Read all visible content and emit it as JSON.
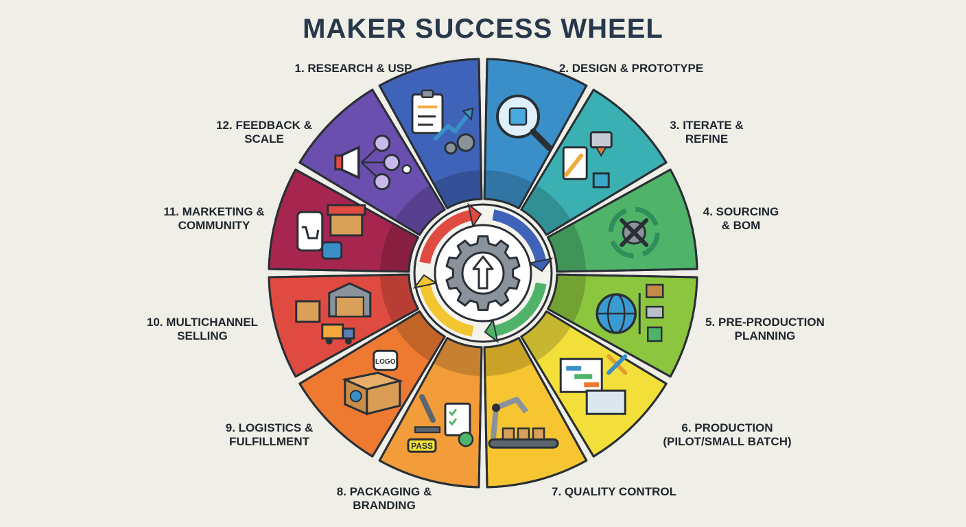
{
  "title": "MAKER SUCCESS WHEEL",
  "steps": [
    {
      "line1": "1. RESEARCH & USP",
      "line2": "",
      "color": "#3a8fc8",
      "icon": "magnifier-puzzle-icon"
    },
    {
      "line1": "2. DESIGN & PROTOTYPE",
      "line2": "",
      "color": "#3bb0b3",
      "icon": "3d-printer-sketch-icon"
    },
    {
      "line1": "3. ITERATE &",
      "line2": "REFINE",
      "color": "#4fb46a",
      "icon": "iterate-tools-icon"
    },
    {
      "line1": "4. SOURCING",
      "line2": "& BOM",
      "color": "#8cc63f",
      "icon": "globe-materials-icon"
    },
    {
      "line1": "5. PRE-PRODUCTION",
      "line2": "PLANNING",
      "color": "#f3df3a",
      "icon": "gantt-blueprint-icon"
    },
    {
      "line1": "6. PRODUCTION",
      "line2": "(PILOT/SMALL BATCH)",
      "color": "#f6c531",
      "icon": "robot-arm-conveyor-icon"
    },
    {
      "line1": "7. QUALITY CONTROL",
      "line2": "",
      "color": "#f39c3a",
      "icon": "microscope-checklist-icon"
    },
    {
      "line1": "8. PACKAGING &",
      "line2": "BRANDING",
      "color": "#ee7a32",
      "icon": "box-logo-icon"
    },
    {
      "line1": "9. LOGISTICS &",
      "line2": "FULFILLMENT",
      "color": "#e04b41",
      "icon": "warehouse-truck-icon"
    },
    {
      "line1": "10. MULTICHANNEL",
      "line2": "SELLING",
      "color": "#a6264f",
      "icon": "storefront-cart-icon"
    },
    {
      "line1": "11. MARKETING &",
      "line2": "COMMUNITY",
      "color": "#6a4fae",
      "icon": "megaphone-network-icon"
    },
    {
      "line1": "12. FEEDBACK &",
      "line2": "SCALE",
      "color": "#3f63b8",
      "icon": "review-growth-icon"
    }
  ],
  "center_icon": "gear-arrow-up-icon",
  "text_pass": "PASS",
  "text_logo": "LOGO"
}
